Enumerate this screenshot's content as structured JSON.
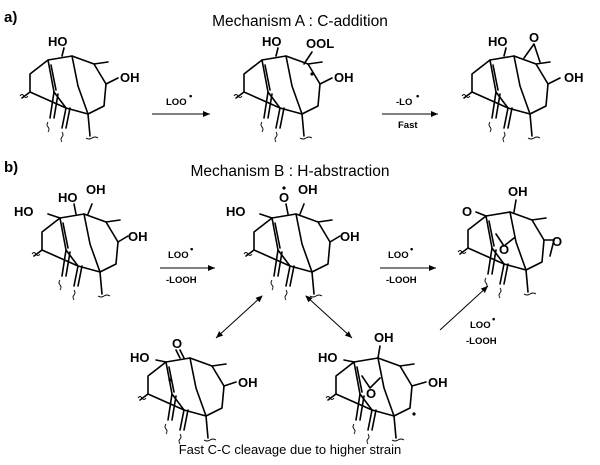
{
  "panel_a": {
    "label": "a)",
    "title": "Mechanism A : C-addition",
    "mol1": {
      "oh_top": "HO",
      "oh_right": "OH"
    },
    "mol2": {
      "oh_top": "HO",
      "ool": "OOL",
      "oh_right": "OH"
    },
    "mol3": {
      "oh_top": "HO",
      "epoxide_o": "O",
      "oh_right": "OH"
    },
    "arrow1": {
      "reagent": "LOO",
      "radical": "•"
    },
    "arrow2": {
      "reagent": "-LO",
      "radical": "•",
      "condition": "Fast"
    }
  },
  "panel_b": {
    "label": "b)",
    "title": "Mechanism B : H-abstraction",
    "mol1": {
      "oh_left": "HO",
      "oh_top": "HO",
      "oh_top2": "OH",
      "oh_right": "OH"
    },
    "mol2": {
      "oh_left": "HO",
      "o_radical": "O",
      "oh_top": "OH",
      "oh_right": "OH"
    },
    "mol3": {
      "o_left": "O",
      "oh_top": "OH",
      "o_bridge": "O",
      "o_right": "O"
    },
    "mol4": {
      "oh_left": "HO",
      "o_carbonyl": "O",
      "oh_right": "OH"
    },
    "mol5": {
      "oh_top": "OH",
      "oh_left": "HO",
      "o_bridge": "O",
      "oh_right": "OH"
    },
    "arrow1": {
      "reagent": "LOO",
      "radical": "•",
      "byproduct": "-LOOH"
    },
    "arrow2": {
      "reagent": "LOO",
      "radical": "•",
      "byproduct": "-LOOH"
    },
    "arrow3": {
      "reagent": "LOO",
      "radical": "•",
      "byproduct": "-LOOH"
    },
    "caption": "Fast C-C cleavage due to higher strain"
  }
}
